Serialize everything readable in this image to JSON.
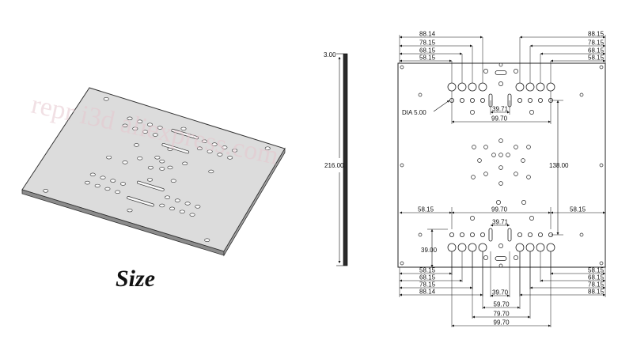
{
  "title": "Size",
  "watermark": "repr   i3d aliexpress.com",
  "thickness_view": {
    "thickness_label": "3.00",
    "height_label": "216.00"
  },
  "drawing": {
    "top_labels_left": [
      "88.14",
      "78.15",
      "68.15",
      "58.15"
    ],
    "top_labels_right": [
      "88.15",
      "78.15",
      "68.15",
      "58.15"
    ],
    "dia_label": "DIA 5.00",
    "slot_upper": "39.71",
    "width_upper": "99.70",
    "height_center": "138.00",
    "mid_left": "58.15",
    "mid_center": "99.70",
    "mid_right": "58.15",
    "slot_lower": "39.71",
    "vert_offset": "39.00",
    "bottom_labels_left": [
      "58.15",
      "68.15",
      "78.15",
      "88.14"
    ],
    "bottom_labels_right": [
      "58.15",
      "68.15",
      "78.15",
      "88.15"
    ],
    "bottom_center": [
      "39.70",
      "59.70",
      "79.70",
      "99.70"
    ]
  }
}
